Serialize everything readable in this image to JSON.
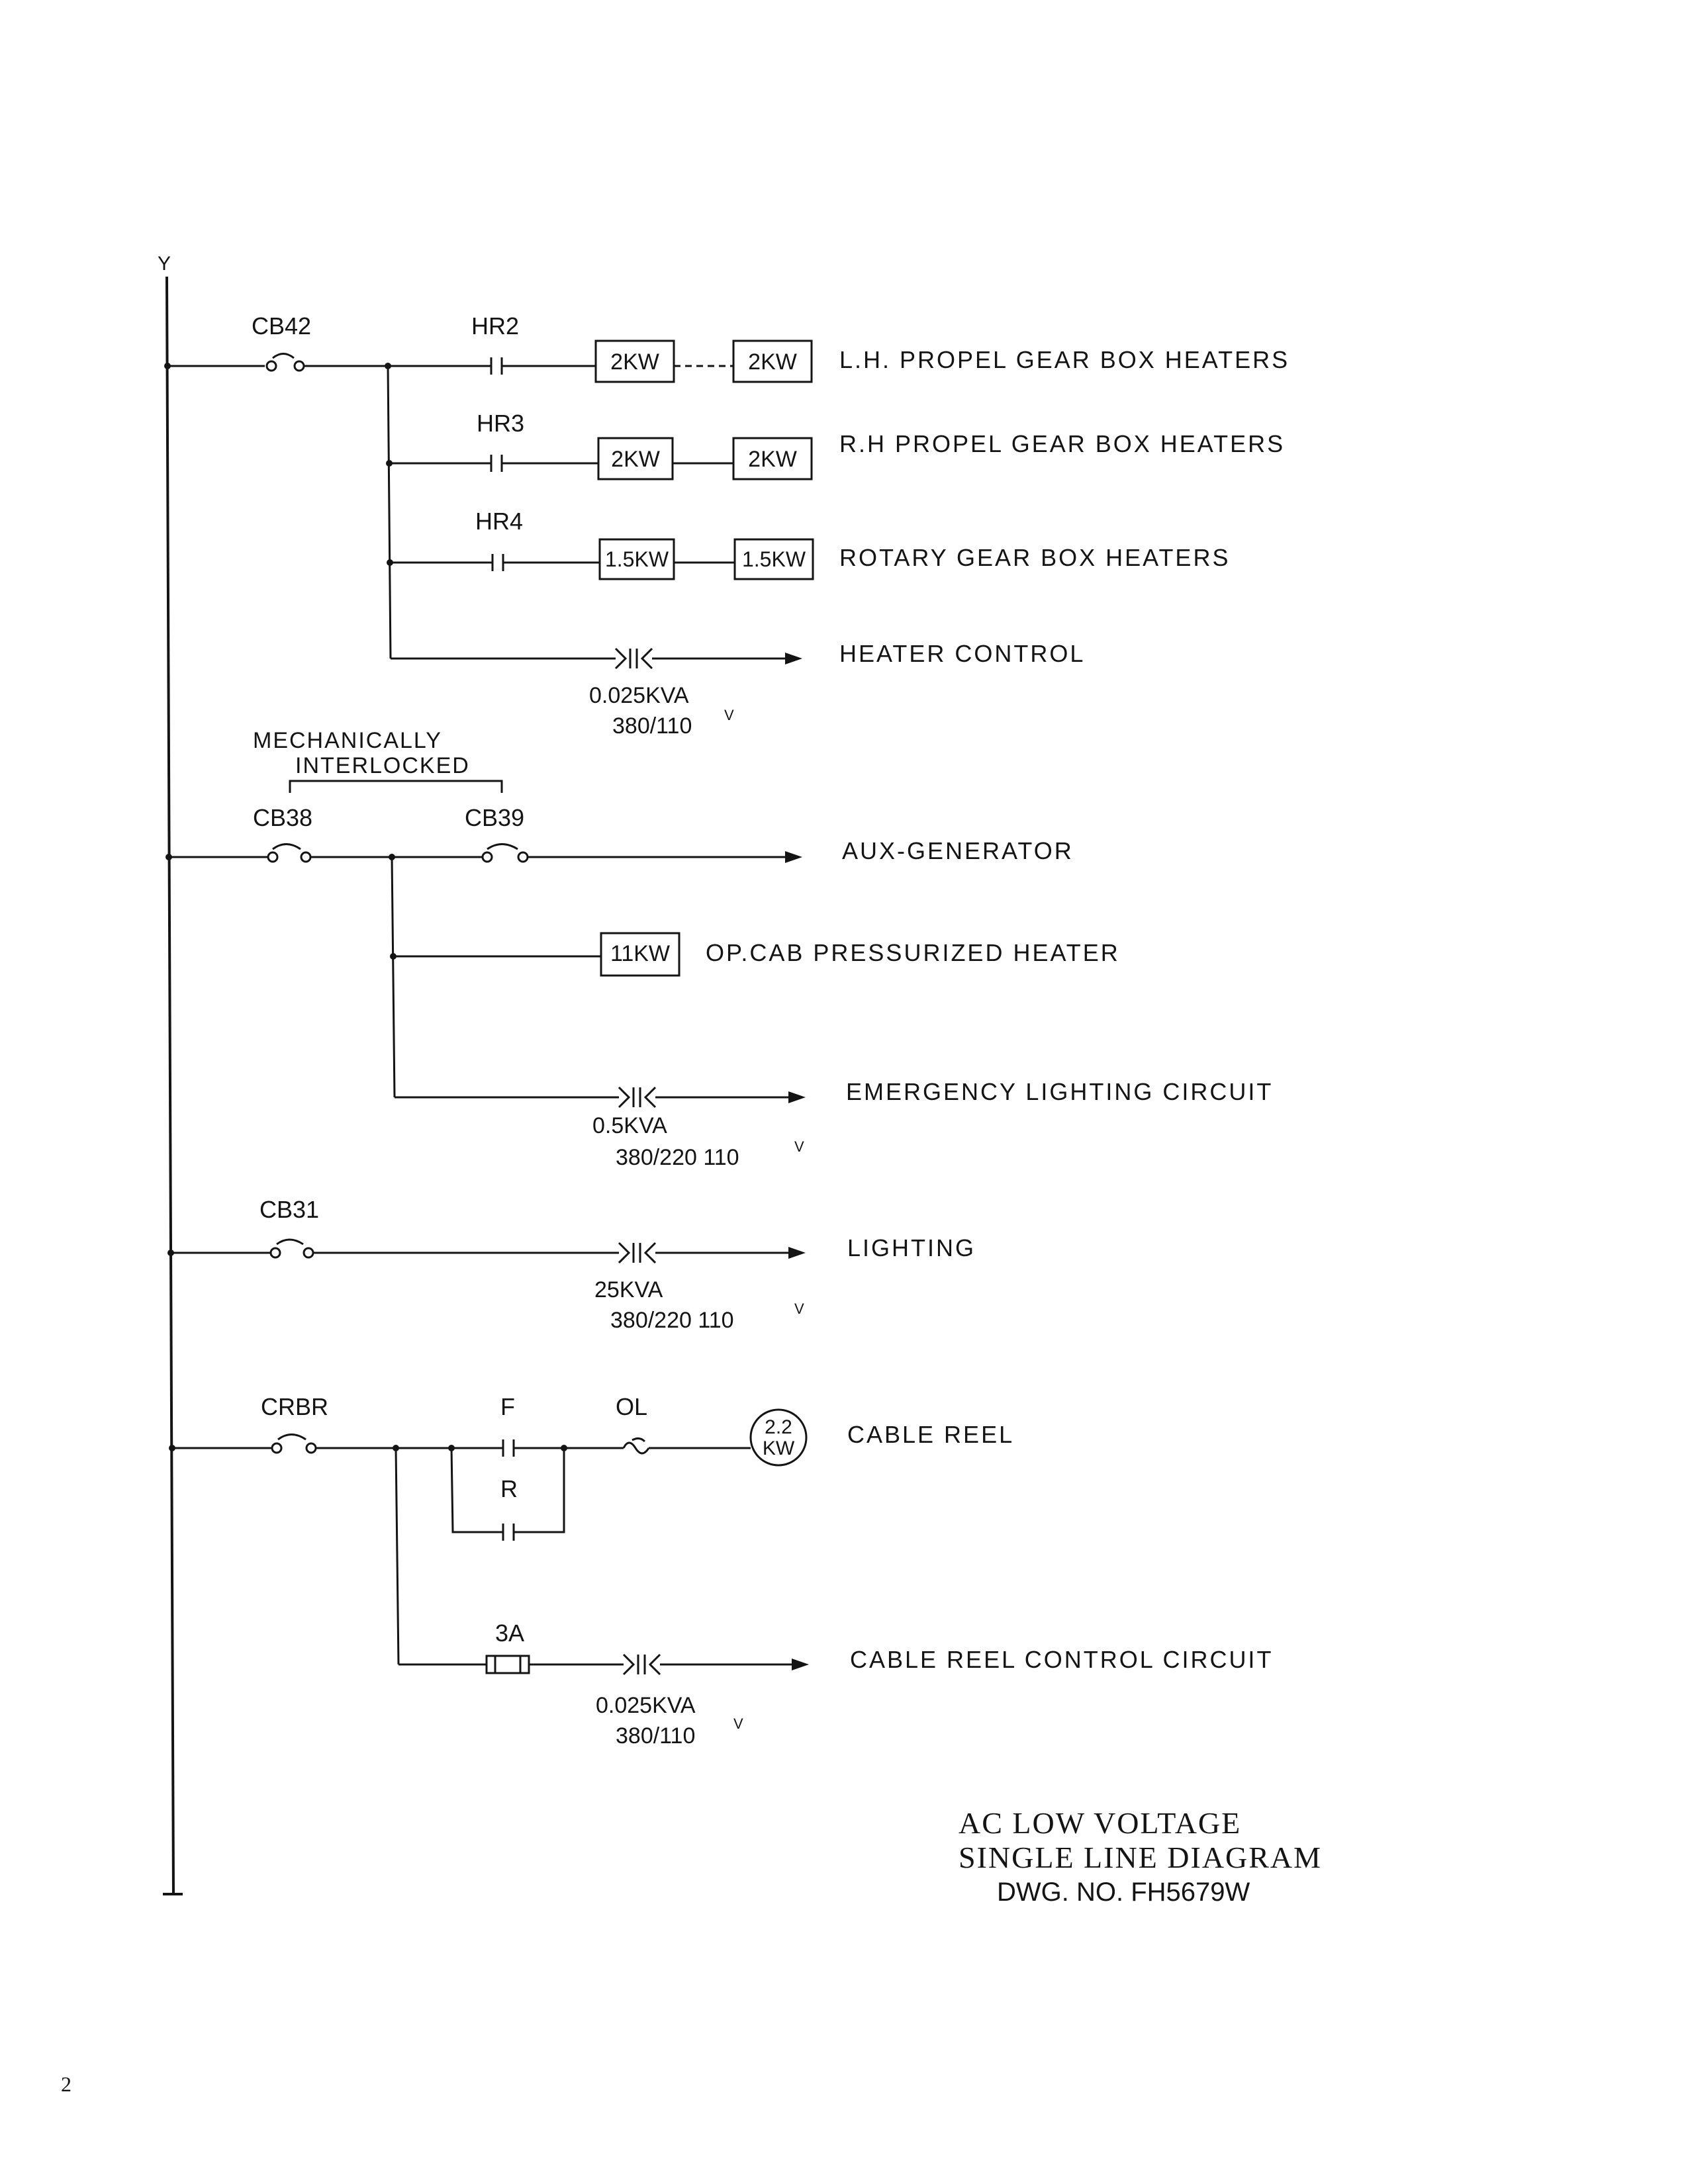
{
  "bus_label": "Y",
  "group1": {
    "breaker": "CB42",
    "rows": [
      {
        "relay": "HR2",
        "loads": [
          "2KW",
          "2KW"
        ],
        "desc": "L.H. PROPEL GEAR BOX HEATERS"
      },
      {
        "relay": "HR3",
        "loads": [
          "2KW",
          "2KW"
        ],
        "desc": "R.H PROPEL GEAR BOX HEATERS"
      },
      {
        "relay": "HR4",
        "loads": [
          "1.5KW",
          "1.5KW"
        ],
        "desc": "ROTARY GEAR BOX HEATERS"
      }
    ],
    "transformer": {
      "rating": "0.025KVA",
      "voltage": "380/110",
      "sup": "V",
      "desc": "HEATER CONTROL"
    }
  },
  "group2": {
    "interlock_line1": "MECHANICALLY",
    "interlock_line2": "INTERLOCKED",
    "breaker_a": "CB38",
    "breaker_b": "CB39",
    "aux_desc": "AUX-GENERATOR",
    "heater_load": "11KW",
    "heater_desc": "OP.CAB PRESSURIZED HEATER",
    "transformer": {
      "rating": "0.5KVA",
      "voltage": "380/220 110",
      "sup": "V",
      "desc": "EMERGENCY LIGHTING CIRCUIT"
    }
  },
  "group3": {
    "breaker": "CB31",
    "transformer": {
      "rating": "25KVA",
      "voltage": "380/220 110",
      "sup": "V",
      "desc": "LIGHTING"
    }
  },
  "group4": {
    "breaker": "CRBR",
    "forward": "F",
    "reverse": "R",
    "overload": "OL",
    "motor_line1": "2.2",
    "motor_line2": "KW",
    "motor_desc": "CABLE REEL",
    "fuse": "3A",
    "transformer": {
      "rating": "0.025KVA",
      "voltage": "380/110",
      "sup": "V",
      "desc": "CABLE REEL CONTROL CIRCUIT"
    }
  },
  "title_block": {
    "line1": "AC LOW VOLTAGE",
    "line2": "SINGLE LINE DIAGRAM",
    "dwg": "DWG. NO. FH5679W"
  },
  "page_number": "2"
}
